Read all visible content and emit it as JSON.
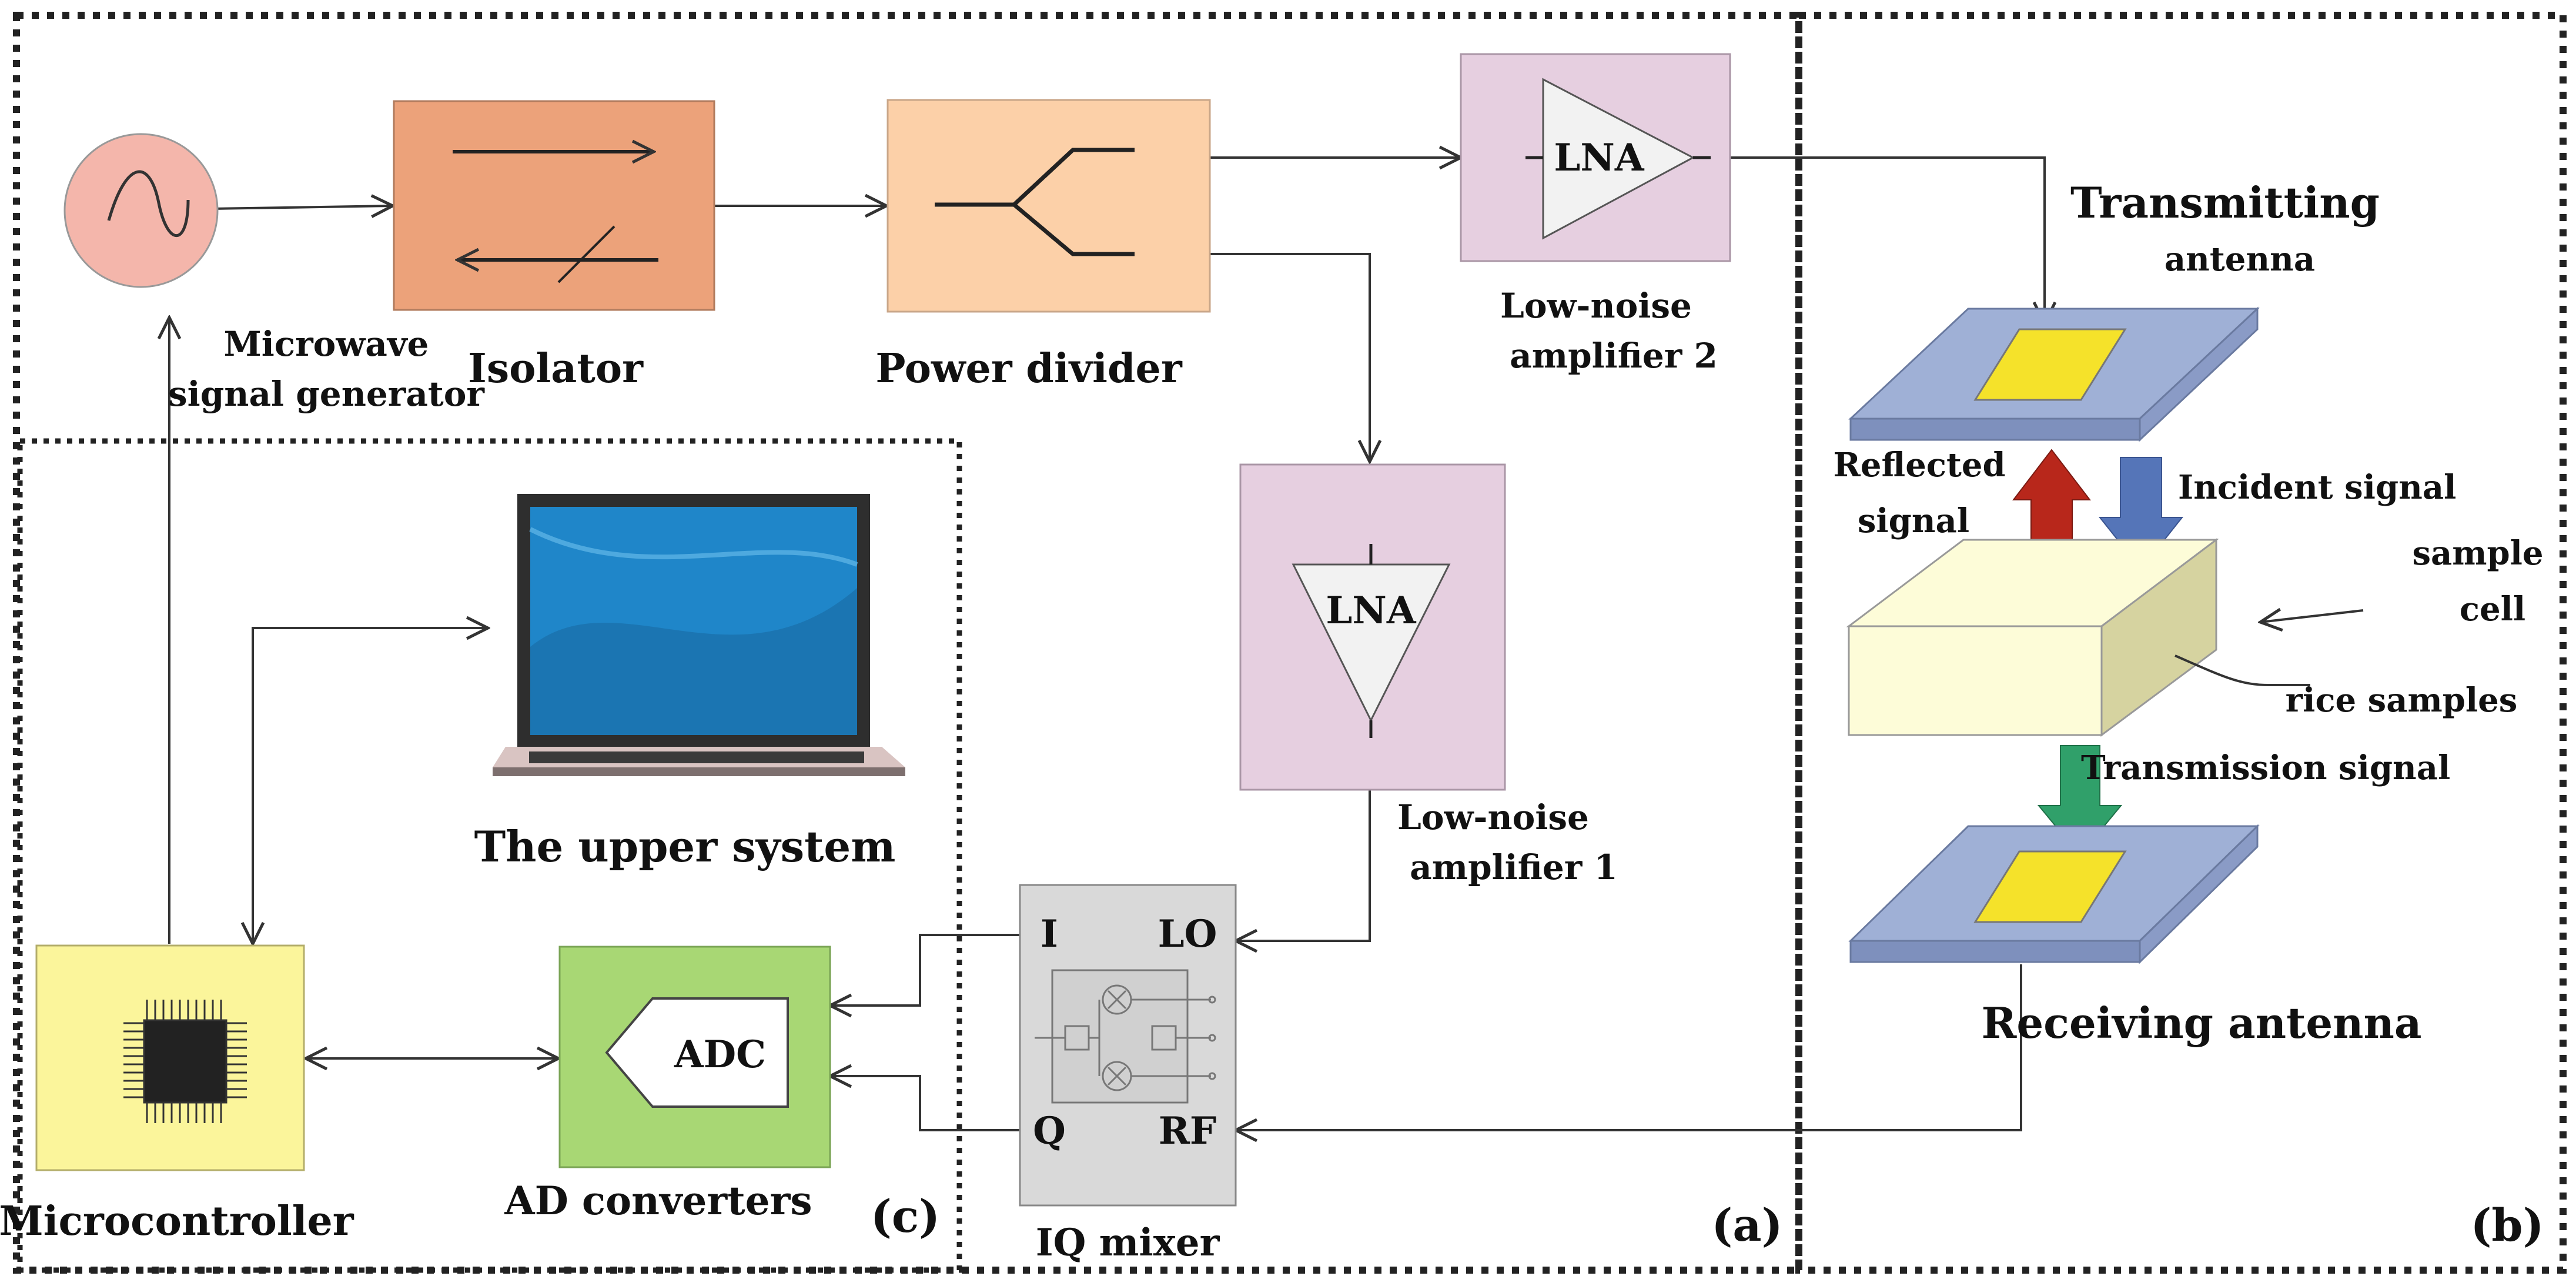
{
  "blocks": {
    "signal_generator": {
      "label_line1": "Microwave",
      "label_line2": "signal generator"
    },
    "isolator": {
      "label": "Isolator"
    },
    "power_divider": {
      "label": "Power divider"
    },
    "lna2": {
      "symbol": "LNA",
      "label_line1": "Low-noise",
      "label_line2": "amplifier 2"
    },
    "lna1": {
      "symbol": "LNA",
      "label_line1": "Low-noise",
      "label_line2": "amplifier 1"
    },
    "iq_mixer": {
      "label": "IQ mixer",
      "port_i": "I",
      "port_q": "Q",
      "port_lo": "LO",
      "port_rf": "RF"
    },
    "adc": {
      "symbol": "ADC",
      "label": "AD  converters"
    },
    "microcontroller": {
      "label": "Microcontroller"
    },
    "upper_system": {
      "label": "The upper system"
    }
  },
  "antenna_section": {
    "tx_label_line1": "Transmitting",
    "tx_label_line2": "antenna",
    "rx_label": "Receiving antenna",
    "reflected_line1": "Reflected",
    "reflected_line2": "signal",
    "incident": "Incident  signal",
    "sample_line1": "sample",
    "sample_line2": "cell",
    "rice": "rice samples",
    "transmission": "Transmission  signal"
  },
  "panel_labels": {
    "a": "(a)",
    "b": "(b)",
    "c": "(c)"
  },
  "colors": {
    "generator": "#f4b6ab",
    "isolator": "#eca27a",
    "divider": "#fcd0a8",
    "lna": "#e6cfe0",
    "mixer": "#d9d9d9",
    "adc": "#a8d774",
    "micro": "#fbf59b",
    "antenna": "#9fb0d6",
    "patch": "#f5e22a",
    "sample": "#fdfcd8",
    "arrow_red": "#b8271b",
    "arrow_blue": "#5575b8",
    "arrow_green": "#30a06a"
  }
}
